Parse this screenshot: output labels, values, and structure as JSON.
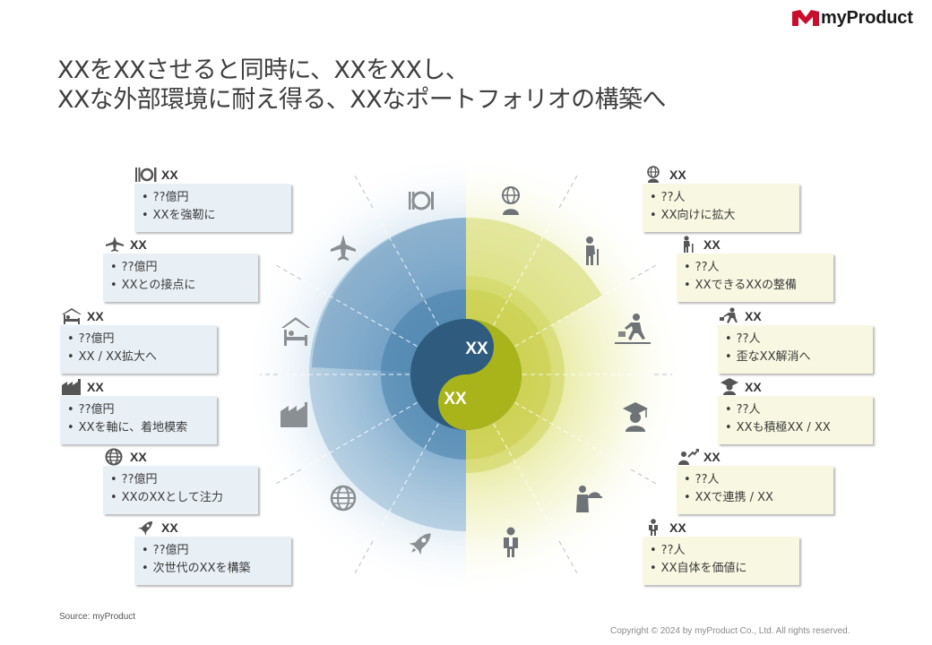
{
  "brand": {
    "name": "myProduct"
  },
  "title": {
    "line1": "XXをXXさせると同時に、XXをXXし、",
    "line2": "XXな外部環境に耐え得る、XXなポートフォリオの構築へ"
  },
  "center": {
    "top_label": "XX",
    "bottom_label": "XX"
  },
  "colors": {
    "blue": "#2e5b7e",
    "yellow": "#a8b41a",
    "blue_card": "#e8f0f6",
    "yellow_card": "#f8f8e2"
  },
  "left_items": [
    {
      "icon": "dining-icon",
      "title": "XX",
      "lines": [
        "??億円",
        "XXを強靭に"
      ]
    },
    {
      "icon": "airplane-icon",
      "title": "XX",
      "lines": [
        "??億円",
        "XXとの接点に"
      ]
    },
    {
      "icon": "hotel-bed-icon",
      "title": "XX",
      "lines": [
        "??億円",
        "XX / XX拡大へ"
      ]
    },
    {
      "icon": "factory-icon",
      "title": "XX",
      "lines": [
        "??億円",
        "XXを軸に、着地模索"
      ]
    },
    {
      "icon": "globe-icon",
      "title": "XX",
      "lines": [
        "??億円",
        "XXのXXとして注力"
      ]
    },
    {
      "icon": "rocket-icon",
      "title": "XX",
      "lines": [
        "??億円",
        "次世代のXXを構築"
      ]
    }
  ],
  "right_items": [
    {
      "icon": "globe-person-icon",
      "title": "XX",
      "lines": [
        "??人",
        "XX向けに拡大"
      ]
    },
    {
      "icon": "elderly-person-icon",
      "title": "XX",
      "lines": [
        "??人",
        "XXできるXXの整備"
      ]
    },
    {
      "icon": "climbing-stairs-icon",
      "title": "XX",
      "lines": [
        "??人",
        "歪なXX解消へ"
      ]
    },
    {
      "icon": "graduate-icon",
      "title": "XX",
      "lines": [
        "??人",
        "XXも積極XX / XX"
      ]
    },
    {
      "icon": "growth-person-icon",
      "title": "XX",
      "lines": [
        "??人",
        "XXで連携 / XX"
      ]
    },
    {
      "icon": "waiter-icon",
      "title": "XX",
      "lines": [
        "??人",
        "XX自体を価値に"
      ]
    }
  ],
  "source": "Source: myProduct",
  "copyright": "Copyright © 2024 by myProduct Co., Ltd.  All rights reserved."
}
